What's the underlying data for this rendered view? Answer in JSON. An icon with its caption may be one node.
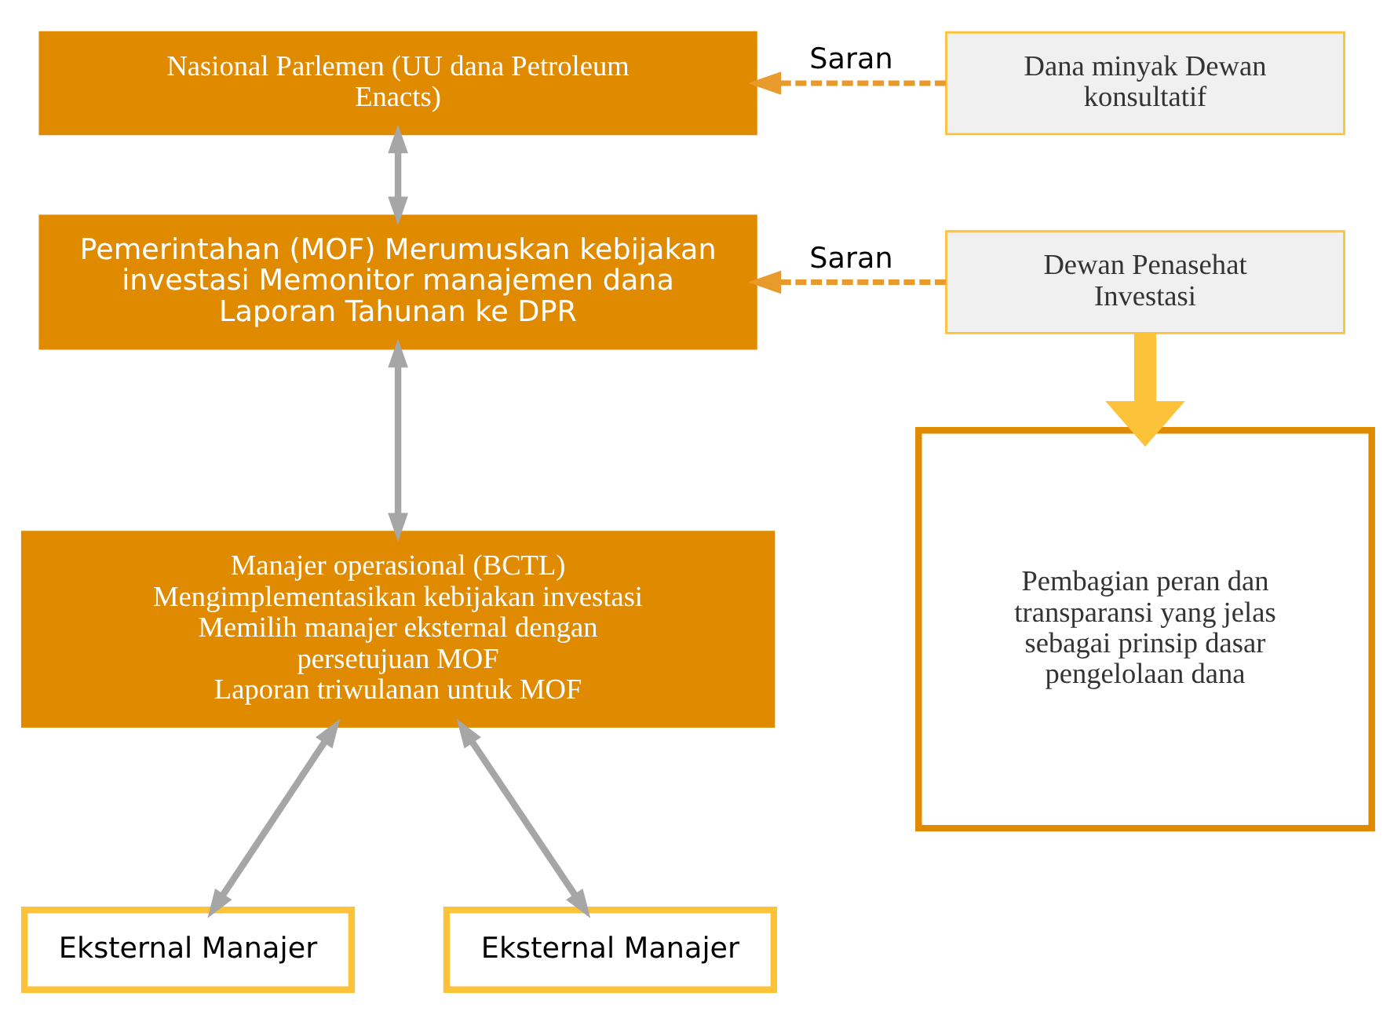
{
  "diagram": {
    "nodes": [
      {
        "text": [
          "Nasional Parlemen (UU dana Petroleum Enacts)"
        ]
      },
      {
        "text": [
          "Pemerintahan (MOF) Merumuskan kebijakan investasi Memonitor manajemen dana Laporan Tahunan ke DPR"
        ]
      },
      {
        "text": [
          "Manajer operasional (BCTL)",
          "Mengimplementasikan kebijakan investasi",
          "Memilih manajer eksternal dengan persetujuan MOF",
          "Laporan triwulanan untuk MOF"
        ]
      },
      {
        "text": [
          "Eksternal Manajer"
        ]
      },
      {
        "text": [
          "Eksternal Manajer"
        ]
      },
      {
        "text": [
          "Dana minyak Dewan konsultatif"
        ]
      },
      {
        "text": [
          "Dewan Penasehat Investasi"
        ]
      },
      {
        "text": [
          "Pembagian peran dan transparansi yang jelas  sebagai prinsip dasar pengelolaan dana"
        ]
      }
    ],
    "edges": [
      {
        "from": 5,
        "to": 0,
        "arrow": "to",
        "label": "Saran",
        "style": "dashed",
        "color": "#e89a2c"
      },
      {
        "from": 6,
        "to": 1,
        "arrow": "to",
        "label": "Saran",
        "style": "dashed",
        "color": "#e89a2c"
      },
      {
        "from": 0,
        "to": 1,
        "arrow": "both"
      },
      {
        "from": 1,
        "to": 2,
        "arrow": "both"
      },
      {
        "from": 2,
        "to": 3,
        "arrow": "both"
      },
      {
        "from": 2,
        "to": 4,
        "arrow": "both"
      },
      {
        "from": 6,
        "to": 7,
        "arrow": "to",
        "style": "thick",
        "color": "#fbc23a"
      }
    ]
  }
}
